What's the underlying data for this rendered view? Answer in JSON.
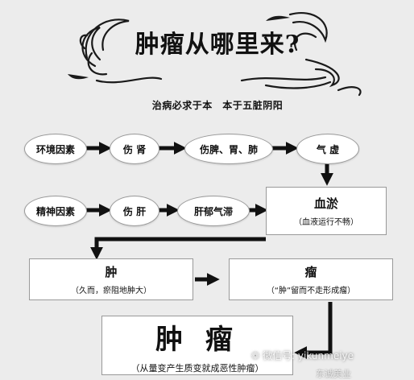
{
  "title": "肿瘤从哪里来?",
  "subtitle": "治病必求于本　本于五脏阴阳",
  "row1": [
    "环境因素",
    "伤 肾",
    "伤脾、胃、肺",
    "气 虚"
  ],
  "row2": [
    "精神因素",
    "伤 肝",
    "肝郁气滞"
  ],
  "blood_stasis": {
    "title": "血淤",
    "note": "（血液运行不畅）"
  },
  "swelling": {
    "title": "肿",
    "note": "（久而，瘀阻地肿大）"
  },
  "tumor_growth": {
    "title": "瘤",
    "note": "（“肿”留而不走形成瘤）"
  },
  "final": {
    "title": "肿 瘤",
    "note": "（从量变产生质变就成恶性肿瘤）"
  },
  "watermark": {
    "account": "微信号: yikunmeiye",
    "name": "东诚美业"
  }
}
